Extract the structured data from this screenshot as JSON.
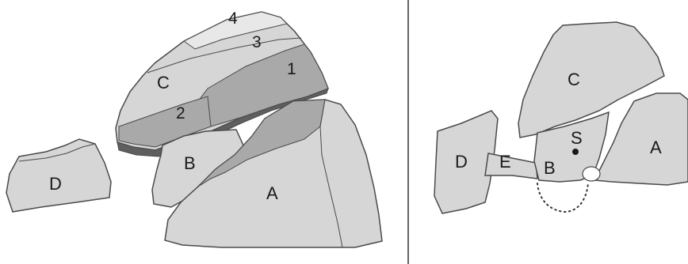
{
  "colors": {
    "rock_light": "#d6d6d6",
    "rock_mid": "#a9a9a9",
    "rock_dark": "#5f5f5f",
    "rock_lightest": "#e8e8e8",
    "outline": "#4a4a4a",
    "divider": "#333333"
  },
  "left_panel": {
    "label_c": "C",
    "label_1": "1",
    "label_2": "2",
    "label_3": "3",
    "label_4": "4",
    "label_b": "B",
    "label_a": "A",
    "label_d": "D"
  },
  "right_panel": {
    "label_c": "C",
    "label_a": "A",
    "label_b": "B",
    "label_d": "D",
    "label_e": "E",
    "label_s": "S"
  }
}
